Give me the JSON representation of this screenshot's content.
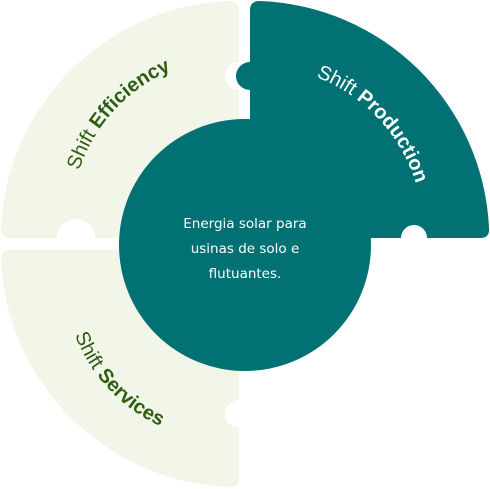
{
  "segments": {
    "production": {
      "prefix": "Shift",
      "name": "Production"
    },
    "efficiency": {
      "prefix": "Shift",
      "name": "Efficiency"
    },
    "services": {
      "prefix": "Shift",
      "name": "Services"
    }
  },
  "center": {
    "lines": [
      "Energia solar para",
      "usinas de solo e",
      "flutuantes."
    ]
  },
  "colors": {
    "teal": "#017174",
    "pale_green": "#f1f6e8",
    "dark_green": "#2e5c12"
  }
}
